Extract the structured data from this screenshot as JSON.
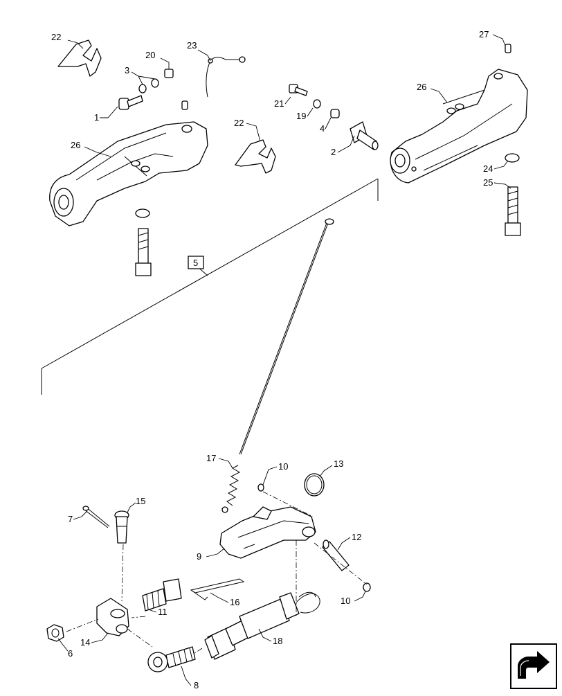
{
  "callouts": {
    "c1": "1",
    "c2": "2",
    "c3": "3",
    "c4": "4",
    "c5": "5",
    "c6": "6",
    "c7": "7",
    "c8": "8",
    "c9": "9",
    "c10a": "10",
    "c10b": "10",
    "c11": "11",
    "c12": "12",
    "c13": "13",
    "c14": "14",
    "c15": "15",
    "c16": "16",
    "c17": "17",
    "c18": "18",
    "c19": "19",
    "c20": "20",
    "c21": "21",
    "c22a": "22",
    "c22b": "22",
    "c23": "23",
    "c24": "24",
    "c25": "25",
    "c26a": "26",
    "c26b": "26",
    "c27": "27"
  },
  "icons": {
    "nav_arrow": "next-page-arrow-icon"
  }
}
